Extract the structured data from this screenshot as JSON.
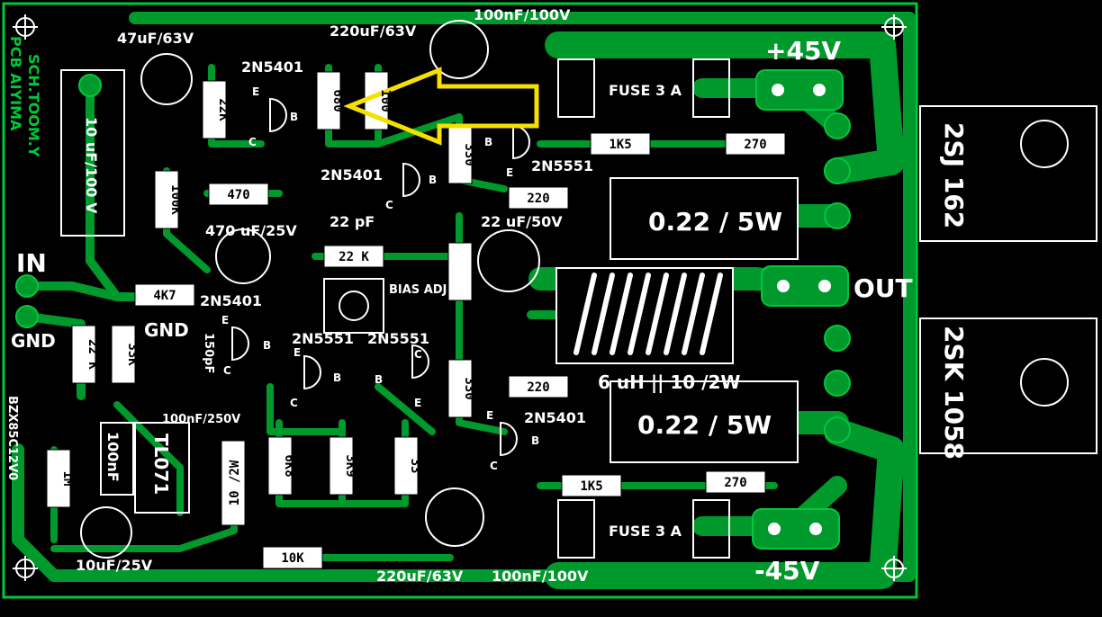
{
  "colors": {
    "board": "#009a2c",
    "copper_edge": "#00c83a",
    "background": "#000000",
    "silk": "#ffffff",
    "arrow": "#f5e000"
  },
  "board": {
    "side_text_left": "PCB AIYIMA",
    "side_text_left2": "SCH.TOOM.Y",
    "side_text_left3": "BZX85C12V0"
  },
  "labels": {
    "c_47u": "47uF/63V",
    "c_220u_top": "220uF/63V",
    "c_100n_top": "100nF/100V",
    "v_pos": "+45V",
    "q_2n5401_a": "2N5401",
    "r_22k_top": "22K",
    "r_680": "680",
    "r_100": "100",
    "fuse_top": "FUSE 3 A",
    "r_1k5_top": "1K5",
    "r_270_top": "270",
    "q_2sj162": "2SJ 162",
    "c_10u_100v": "10 uF/100 V",
    "r_330_top": "330",
    "q_2n5551_a": "2N5551",
    "q_2n5401_b": "2N5401",
    "r_100k": "100K",
    "r_470": "470",
    "r_220_top": "220",
    "c_22p": "22 pF",
    "c_470u": "470 uF/25V",
    "c_22u": "22 uF/50V",
    "r_emitter_top": "0.22 / 5W",
    "r_22k_mid": "22 K",
    "bias": "BIAS ADJ",
    "in": "IN",
    "out": "OUT",
    "r_4k7": "4K7",
    "q_2n5401_c": "2N5401",
    "gnd_left": "GND",
    "gnd_mid": "GND",
    "c_150p": "150pF",
    "q_2n5551_b": "2N5551",
    "q_2n5551_c": "2N5551",
    "r_22k_low": "22 K",
    "r_33k": "33K",
    "inductor": "6 uH || 10 /2W",
    "q_2sk1058": "2SK 1058",
    "r_220_low": "220",
    "r_330_low": "330",
    "q_2n5401_d": "2N5401",
    "r_emitter_low": "0.22 / 5W",
    "c_100n_250v": "100nF/250V",
    "c_100nf": "100nF",
    "tl071": "TL071",
    "r_1m": "1M",
    "r_10_2w": "10 /2W",
    "r_6k8": "6K8",
    "r_3k9": "3K9",
    "r_33": "33",
    "r_1k5_low": "1K5",
    "r_270_low": "270",
    "fuse_low": "FUSE 3 A",
    "c_10u_25v": "10uF/25V",
    "r_10k": "10K",
    "c_220u_low": "220uF/63V",
    "c_100n_low": "100nF/100V",
    "v_neg": "-45V",
    "pin_b": "B",
    "pin_c": "C",
    "pin_e": "E"
  }
}
